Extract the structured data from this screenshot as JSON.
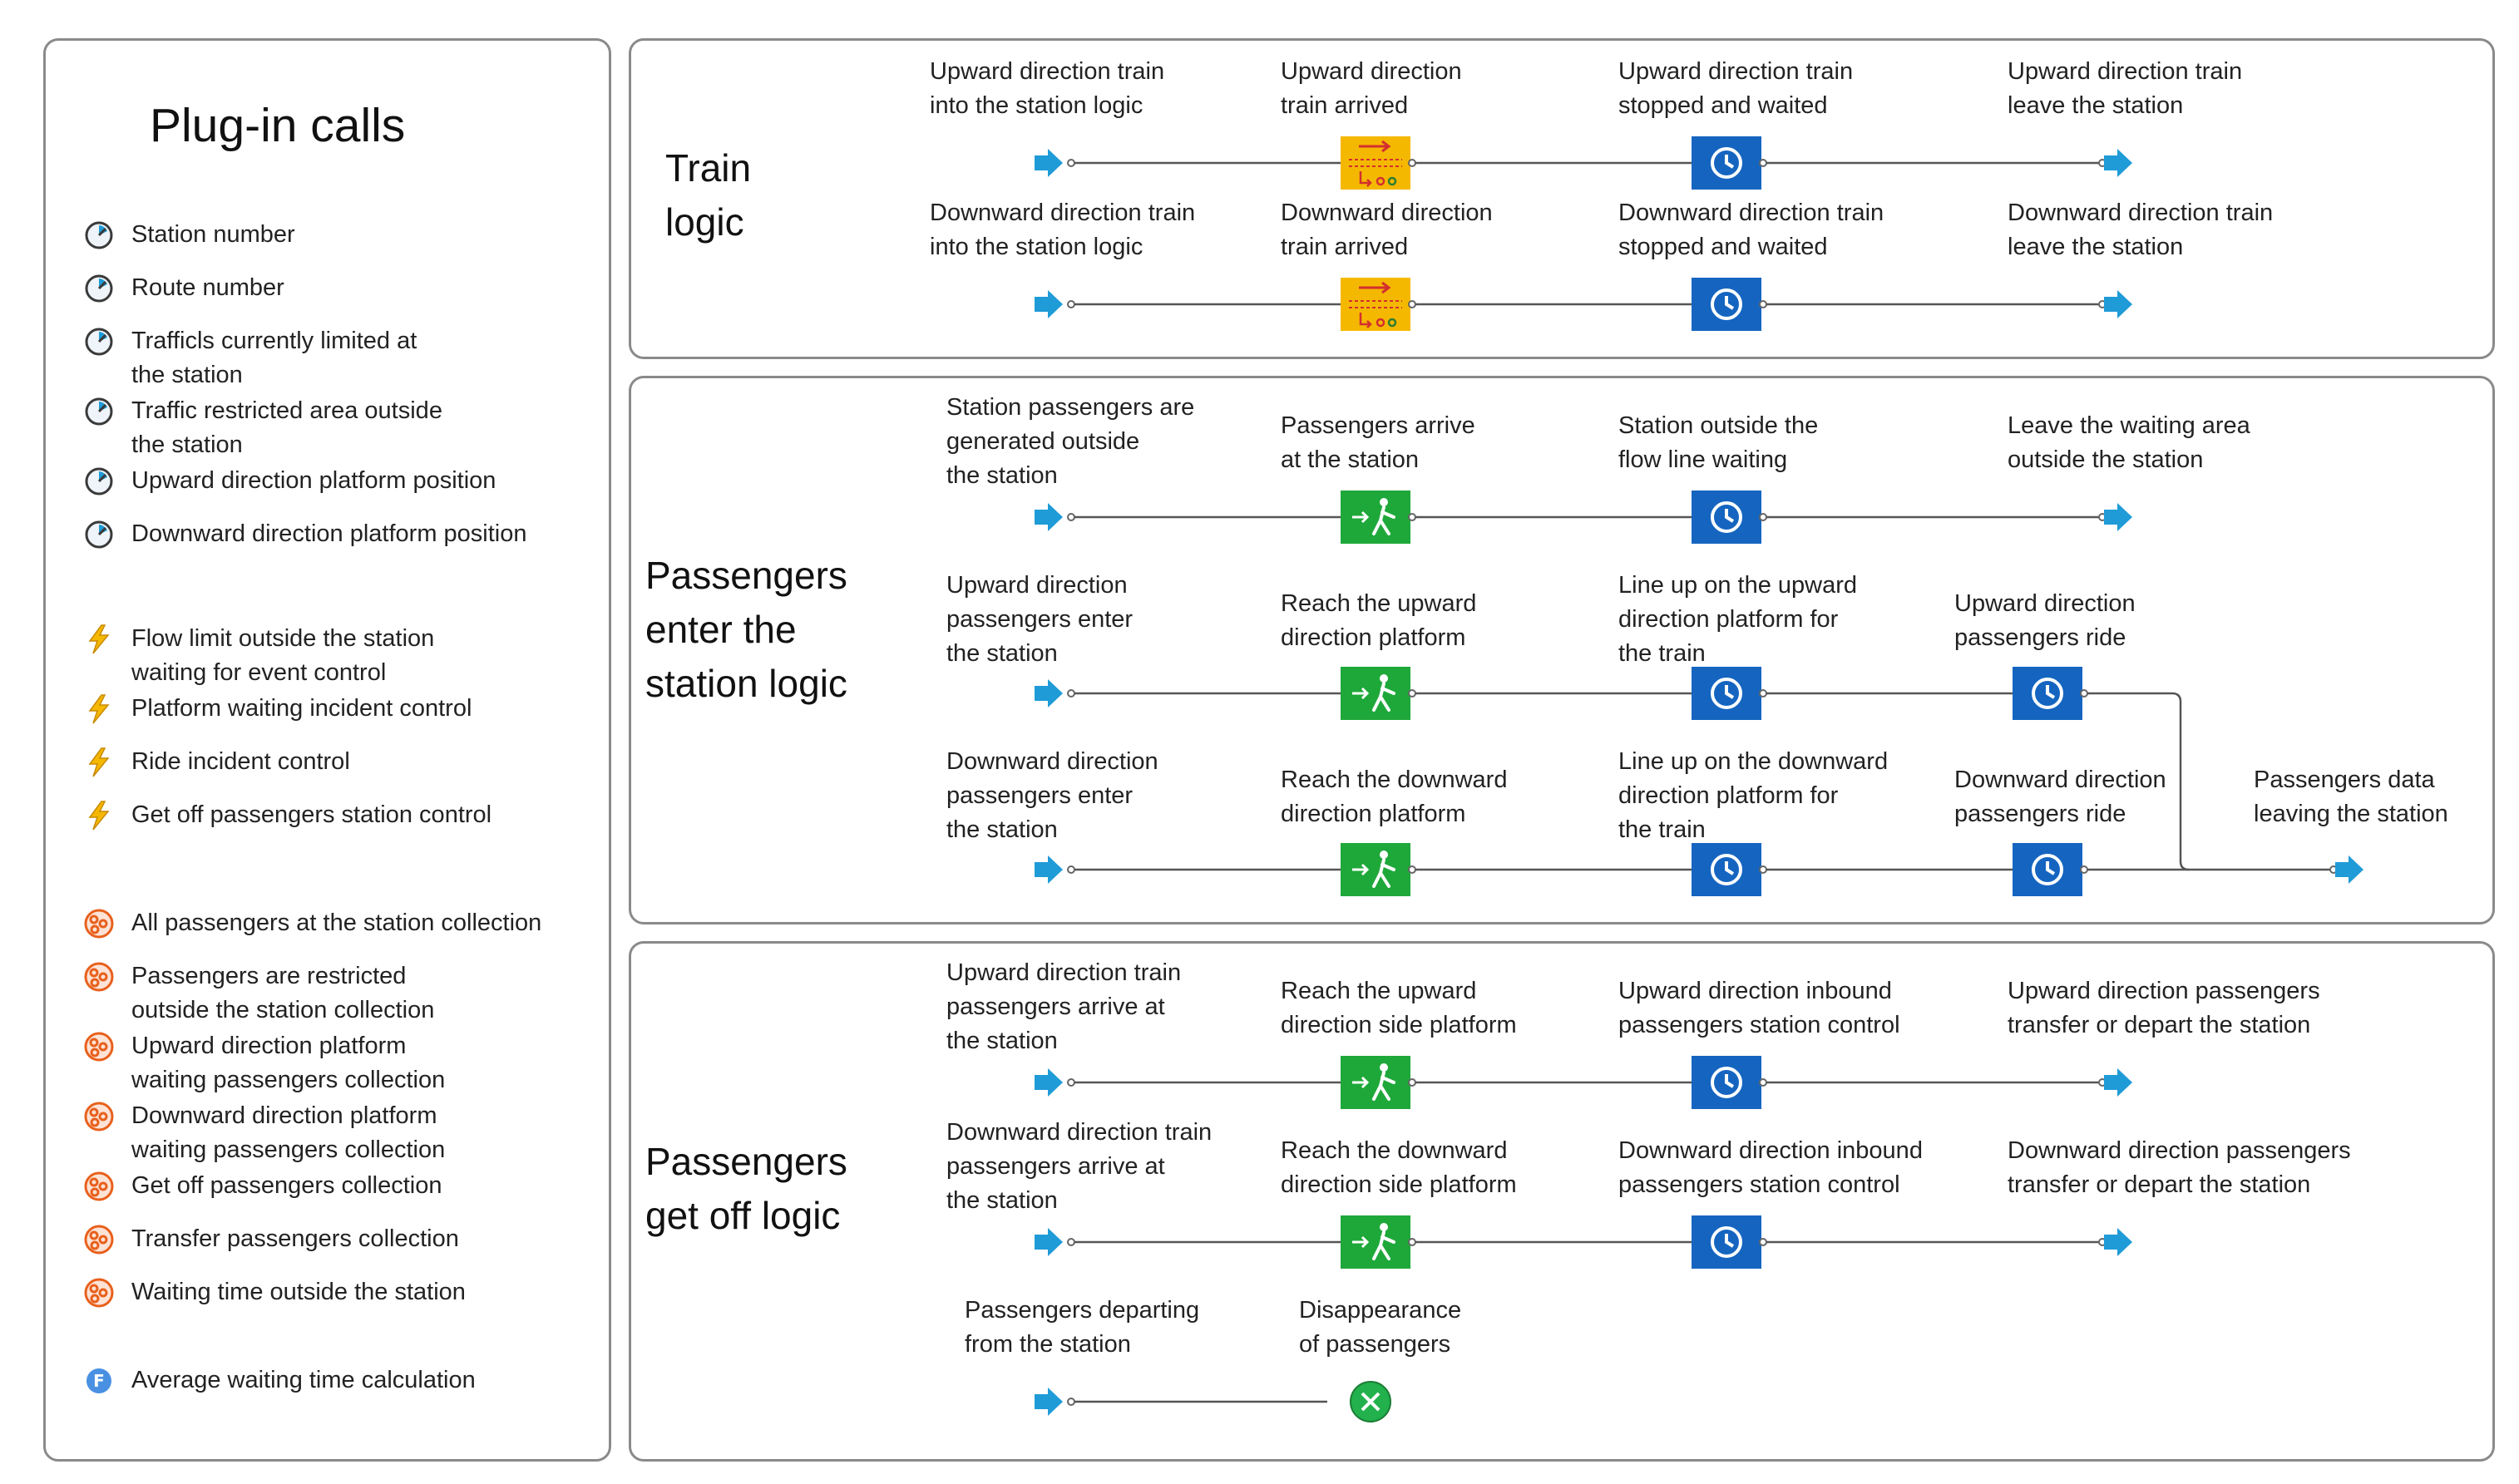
{
  "plugin_calls": {
    "title": "Plug-in calls",
    "params": [
      {
        "label": "Station number",
        "icon": "parameter-icon"
      },
      {
        "label": "Route number",
        "icon": "parameter-icon"
      },
      {
        "label": "Trafficls currently limited at\nthe station",
        "icon": "parameter-icon"
      },
      {
        "label": "Traffic restricted area outside\nthe station",
        "icon": "parameter-icon"
      },
      {
        "label": "Upward direction platform position",
        "icon": "parameter-icon"
      },
      {
        "label": "Downward direction platform position",
        "icon": "parameter-icon"
      }
    ],
    "events": [
      {
        "label": "Flow limit outside the station\nwaiting for event control",
        "icon": "event-lightning-icon"
      },
      {
        "label": "Platform waiting incident control",
        "icon": "event-lightning-icon"
      },
      {
        "label": "Ride incident control",
        "icon": "event-lightning-icon"
      },
      {
        "label": "Get off passengers station control",
        "icon": "event-lightning-icon"
      }
    ],
    "collections": [
      {
        "label": "All passengers at the station collection",
        "icon": "collection-icon"
      },
      {
        "label": "Passengers are restricted\noutside the station collection",
        "icon": "collection-icon"
      },
      {
        "label": "Upward direction platform\nwaiting passengers collection",
        "icon": "collection-icon"
      },
      {
        "label": "Downward direction platform\nwaiting passengers collection",
        "icon": "collection-icon"
      },
      {
        "label": "Get off passengers collection",
        "icon": "collection-icon"
      },
      {
        "label": "Transfer passengers collection",
        "icon": "collection-icon"
      },
      {
        "label": "Waiting time outside the station",
        "icon": "collection-icon"
      }
    ],
    "functions": [
      {
        "label": "Average waiting time calculation",
        "icon": "function-icon"
      }
    ]
  },
  "train_logic": {
    "title": "Train\nlogic",
    "rows": [
      {
        "labels": [
          "Upward direction train\ninto the station logic",
          "Upward direction\ntrain arrived",
          "Upward direction train\nstopped and waited",
          "Upward direction train\nleave the station"
        ]
      },
      {
        "labels": [
          "Downward direction train\ninto the station logic",
          "Downward direction\ntrain arrived",
          "Downward direction train\nstopped and waited",
          "Downward direction train\nleave the station"
        ]
      }
    ]
  },
  "enter_logic": {
    "title": "Passengers\nenter the\nstation  logic",
    "rows": [
      {
        "labels": [
          "Station passengers are\ngenerated outside\nthe station",
          "Passengers arrive\nat the station",
          "Station outside the\nflow line waiting",
          "Leave the waiting area\noutside the station"
        ]
      },
      {
        "labels": [
          "Upward direction\npassengers enter\nthe station",
          "Reach the upward\ndirection platform",
          "Line up on the upward\ndirection platform for\nthe train",
          "Upward direction\npassengers ride"
        ]
      },
      {
        "labels": [
          "Downward direction\npassengers enter\nthe station",
          "Reach the downward\ndirection platform",
          "Line up on the downward\ndirection platform for\nthe train",
          "Downward direction\npassengers ride",
          "Passengers data\nleaving the station"
        ]
      }
    ]
  },
  "off_logic": {
    "title": "Passengers\nget off logic",
    "rows": [
      {
        "labels": [
          "Upward direction train\npassengers arrive at\nthe station",
          "Reach the upward\ndirection side platform",
          "Upward direction inbound\npassengers station control",
          "Upward direction passengers\ntransfer or depart the station"
        ]
      },
      {
        "labels": [
          "Downward direction train\npassengers arrive at\nthe station",
          "Reach the downward\ndirection side platform",
          "Downward direction inbound\npassengers station control",
          "Downward direction passengers\ntransfer or depart the station"
        ]
      },
      {
        "labels": [
          "Passengers departing\nfrom the station",
          "Disappearance\nof passengers"
        ]
      }
    ]
  },
  "colors": {
    "arrow": "#1f9bd7",
    "wait_block": "#1565c0",
    "move_block": "#1fa83a",
    "train_block": "#f5b800",
    "sink_block": "#22b14c",
    "panel_border": "#8a8a8a",
    "connector": "#555555"
  }
}
